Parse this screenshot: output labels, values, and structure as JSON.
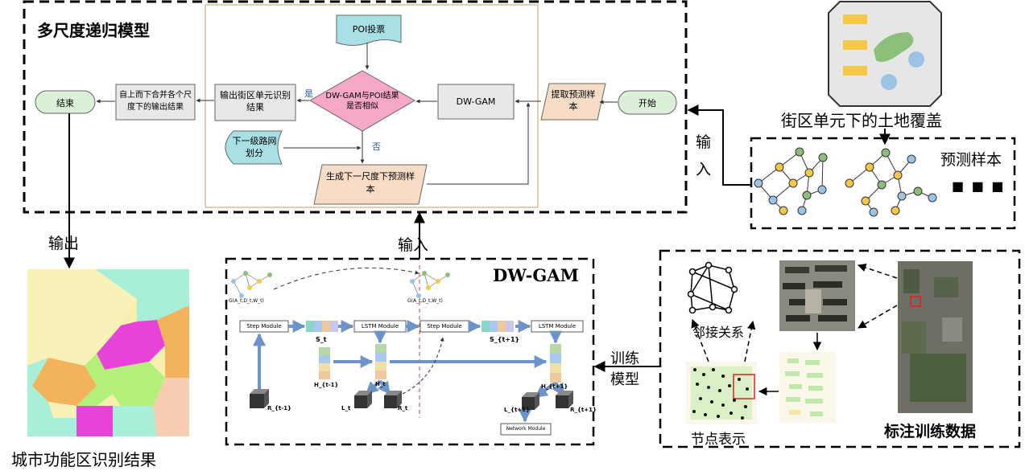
{
  "model_panel": {
    "title": "多尺度递归模型",
    "poi_vote": "POI投票",
    "decision": "DW-GAM与POI结果是否相似",
    "yes": "是",
    "no": "否",
    "output_block": "输出街区单元识别结果",
    "merge_block": "自上而下合并各个尺度下的输出结果",
    "end": "结束",
    "dwgam_box": "DW-GAM",
    "extract_samples": "提取预测样本",
    "start": "开始",
    "next_road": "下一级路网划分",
    "next_scale": "生成下一尺度下预测样本"
  },
  "top_right": {
    "land_cover_label": "街区单元下的土地覆盖",
    "prediction_samples": "预测样本",
    "ellipsis": "■ ■ ■",
    "input_label": "输入"
  },
  "left": {
    "output_label": "输出",
    "result_label": "城市功能区识别结果"
  },
  "dwgam_panel": {
    "title": "DW-GAM",
    "input_label": "输入",
    "step_module": "Step Module",
    "lstm_module": "LSTM Module",
    "graph_label_1": "G(A_t,D_t,W_t)",
    "graph_label_2": "G(A_t,D_t,W_t)",
    "r_t1": "R_{t-1}",
    "s_t": "S_t",
    "h_t1": "H_{t-1}",
    "h_t": "H_t",
    "l_t": "L_t",
    "r_t": "R_t",
    "s_t1": "S_{t+1}",
    "h_t_plus": "H_{t+1}",
    "l_t_plus": "L_{t+1}",
    "r_t_plus": "R_{t+1}",
    "network_module": "Network Module"
  },
  "training_panel": {
    "train_label": "训练模型",
    "adjacency": "邻接关系",
    "node_repr": "节点表示",
    "annotated_data": "标注训练数据"
  },
  "colors": {
    "decision_fill": "#f7a8c8",
    "poi_fill": "#a9e0e6",
    "start_end_fill": "#dcefd8",
    "parallelogram_fill": "#f7ddc8",
    "gray_box": "#e8e8e8",
    "panel_border": "#c99a6b",
    "arrow_blue": "#6c94c8"
  }
}
